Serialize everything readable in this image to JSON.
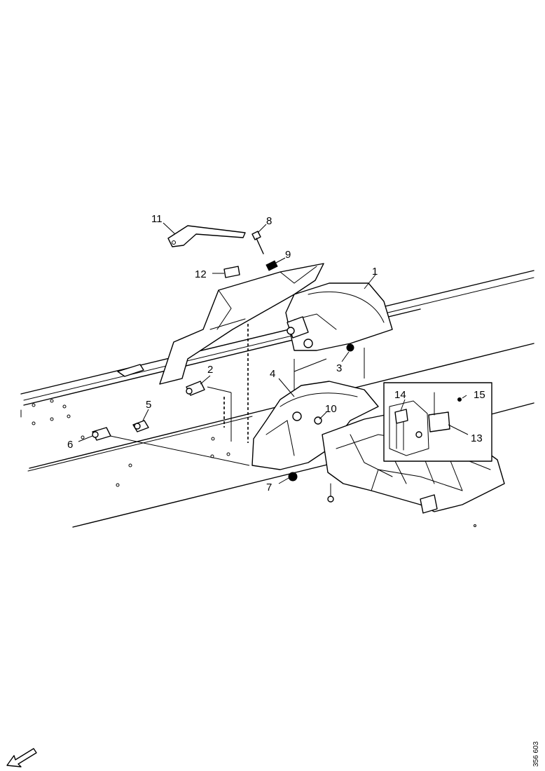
{
  "diagram": {
    "callouts": [
      {
        "id": "1",
        "label": "1"
      },
      {
        "id": "2",
        "label": "2"
      },
      {
        "id": "3",
        "label": "3"
      },
      {
        "id": "4",
        "label": "4"
      },
      {
        "id": "5",
        "label": "5"
      },
      {
        "id": "6",
        "label": "6"
      },
      {
        "id": "7",
        "label": "7"
      },
      {
        "id": "8",
        "label": "8"
      },
      {
        "id": "9",
        "label": "9"
      },
      {
        "id": "10",
        "label": "10"
      },
      {
        "id": "11",
        "label": "11"
      },
      {
        "id": "12",
        "label": "12"
      },
      {
        "id": "13",
        "label": "13"
      },
      {
        "id": "14",
        "label": "14"
      },
      {
        "id": "15",
        "label": "15"
      }
    ],
    "reference_code": "356 603",
    "orientation_icon": "arrow-front-icon"
  }
}
